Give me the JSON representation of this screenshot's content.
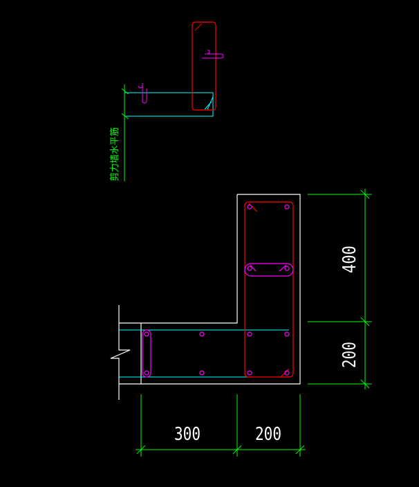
{
  "drawing": {
    "background": "#000000",
    "colors": {
      "outline": "#ffffff",
      "dimension": "#00ff00",
      "stirrup_main": "#ff0000",
      "tie": "#ff00ff",
      "wall_bar": "#00ffff",
      "bar_dot": "#ff00ff"
    },
    "annotation_label": "剪力墙水平筋",
    "dimensions": {
      "bottom_left": "300",
      "bottom_right": "200",
      "right_upper": "400",
      "right_lower": "200"
    }
  }
}
